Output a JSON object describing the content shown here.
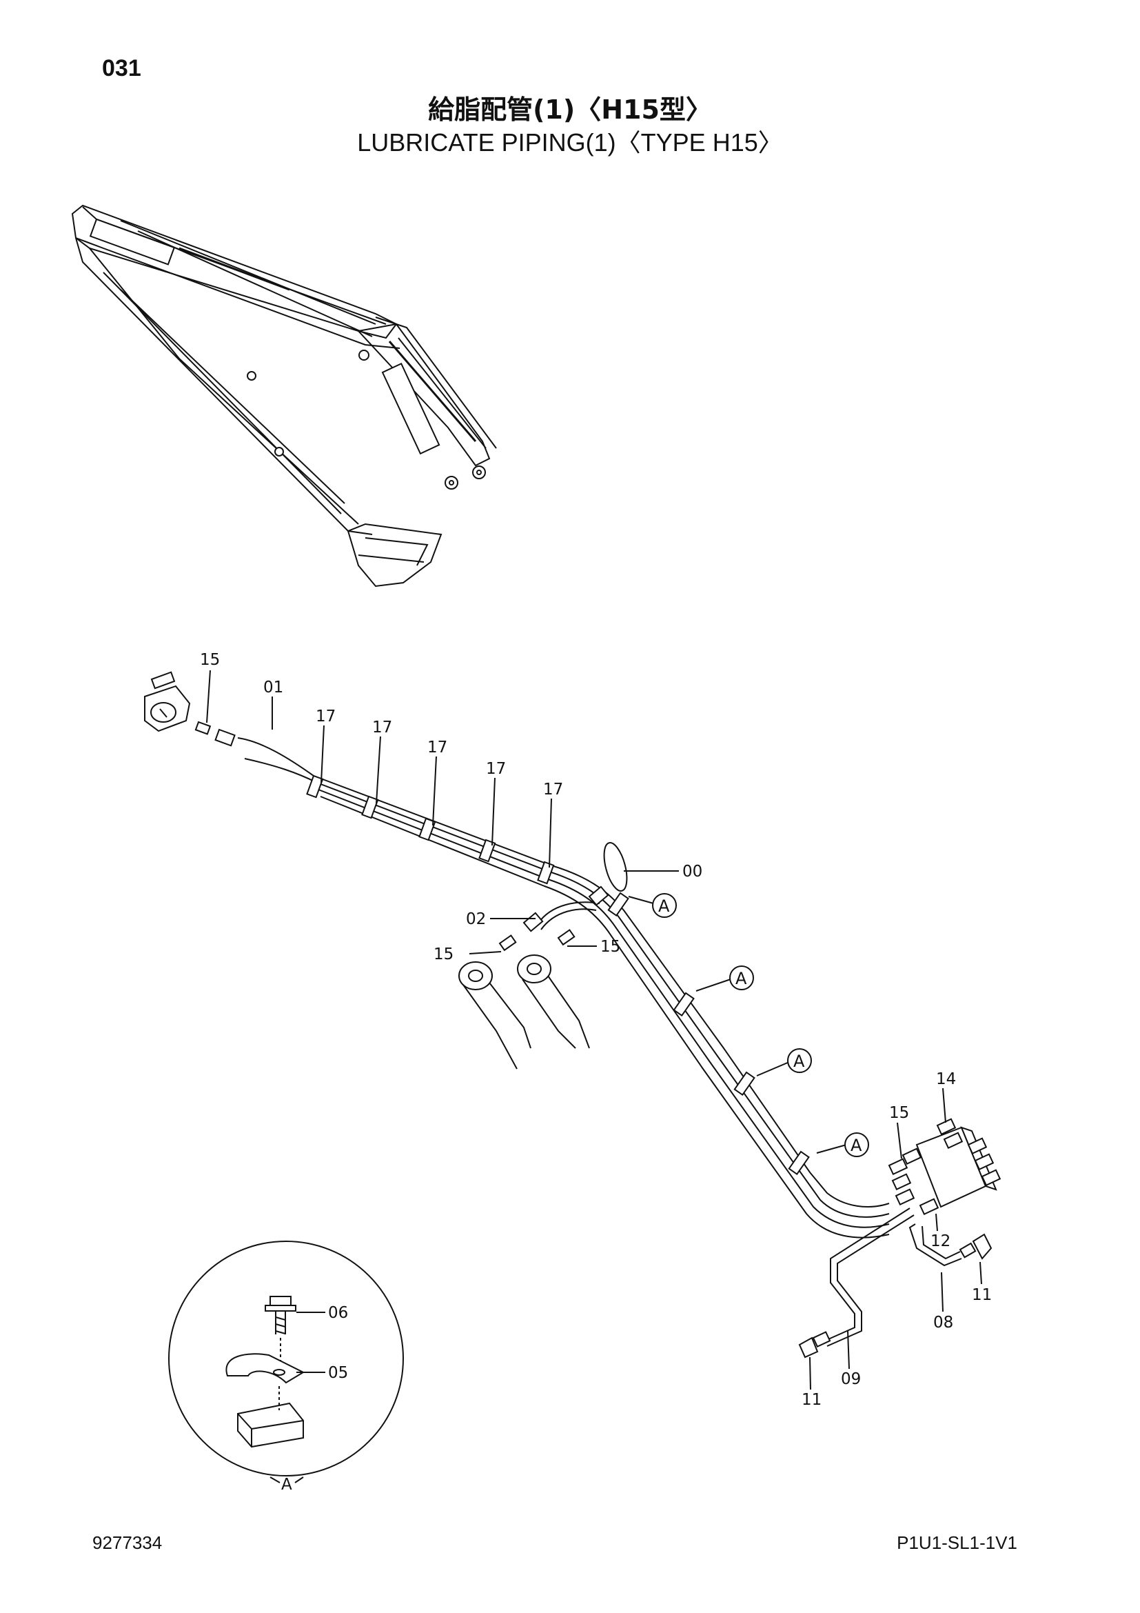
{
  "header": {
    "page_number": "031",
    "title_cn": "給脂配管(1)〈H15型〉",
    "title_en": "LUBRICATE PIPING(1)〈TYPE H15〉"
  },
  "parts": {
    "p00": "00",
    "p01": "01",
    "p02": "02",
    "p05": "05",
    "p06": "06",
    "p08": "08",
    "p09": "09",
    "p11": "11",
    "p12": "12",
    "p14": "14",
    "p15": "15",
    "p17": "17"
  },
  "detail": {
    "ref_letter": "A"
  },
  "footer": {
    "doc_number": "9277334",
    "sheet_code": "P1U1-SL1-1V1"
  }
}
